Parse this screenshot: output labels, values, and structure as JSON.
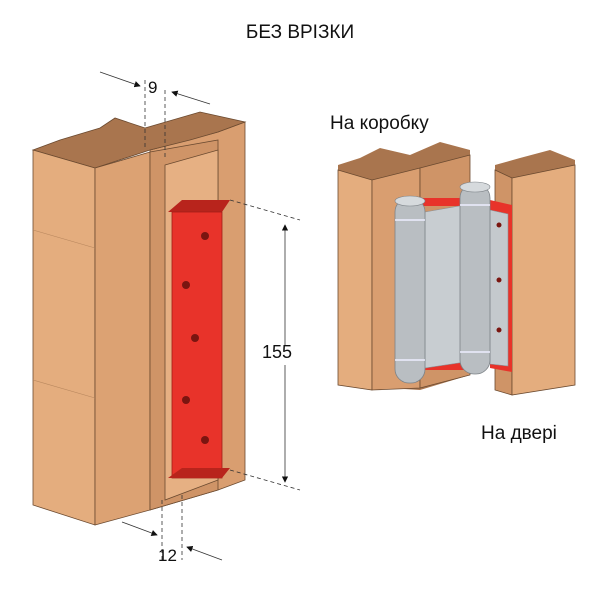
{
  "title": "БЕЗ ВРІЗКИ",
  "dimensions": {
    "offset_top": "9",
    "plate_length": "155",
    "offset_bottom": "12"
  },
  "labels": {
    "frame_mount": "На коробку",
    "door_mount": "На двері"
  },
  "colors": {
    "wood_front": "#e4ad7e",
    "wood_side": "#cf9467",
    "wood_top": "#a9754e",
    "plate_red": "#e8332a",
    "hinge_grey": "#b9bec2"
  }
}
